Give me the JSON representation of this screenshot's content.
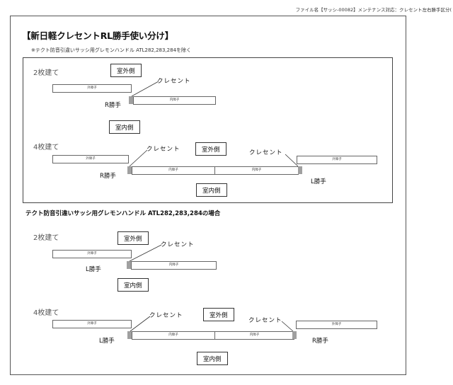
{
  "header": "ファイル名【サッシ-00082】メンテナンス対応：クレセント左右勝手区分(",
  "title": "【新日軽クレセントRL勝手使い分け】",
  "note": "※テクト防音引違いサッシ用グレモンハンドル ATL282,283,284を除く",
  "section2_title": "テクト防音引違いサッシ用グレモンハンドル ATL282,283,284の場合",
  "labels": {
    "two_panel": "2枚建て",
    "four_panel": "4枚建て",
    "outdoor": "室外側",
    "indoor": "室内側",
    "crescent": "クレセント",
    "outer_sash": "外障子",
    "inner_sash": "内障子",
    "r_hand": "R勝手",
    "l_hand": "L勝手"
  }
}
